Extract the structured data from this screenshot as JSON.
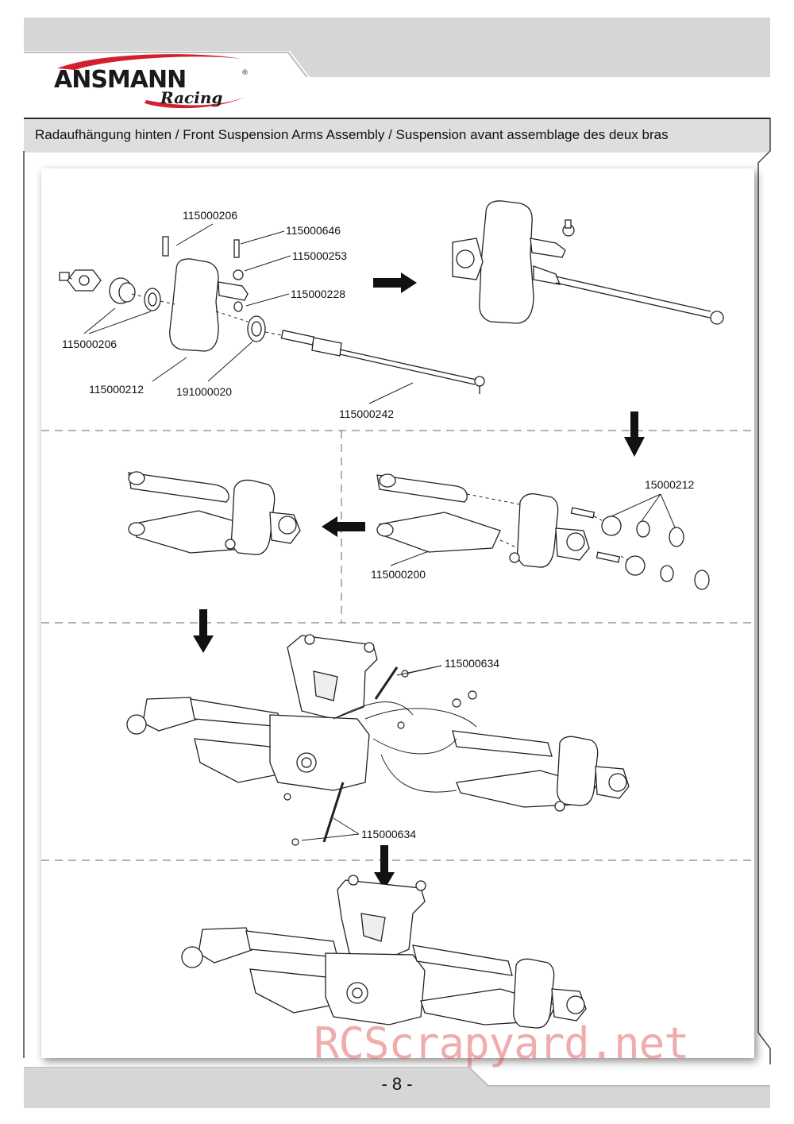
{
  "brand": {
    "name": "ANSMANN",
    "sub": "Racing",
    "registered": "®"
  },
  "header": {
    "title": "Radaufhängung hinten / Front Suspension Arms Assembly / Suspension avant assemblage des deux bras"
  },
  "parts": [
    "115000206",
    "115000646",
    "115000253",
    "115000228",
    "115000206",
    "115000212",
    "191000020",
    "115000242",
    "15000212",
    "115000200",
    "115000634",
    "115000634"
  ],
  "footer": {
    "page": "- 8 -"
  },
  "watermark": "RCScrapyard.net",
  "colors": {
    "band_gray": "#d6d6d6",
    "logo_red": "#d2202f",
    "ink": "#1a1a1a"
  }
}
